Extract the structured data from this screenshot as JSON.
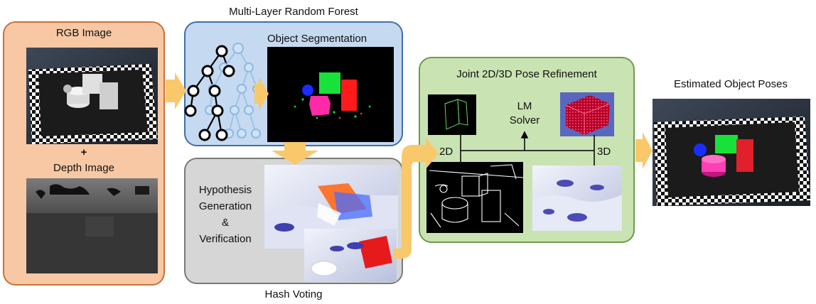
{
  "figure": {
    "rgb_label": "RGB Image",
    "plus": "+",
    "depth_label": "Depth Image",
    "forest_title": "Multi-Layer Random Forest",
    "segmentation_label": "Object Segmentation",
    "hypothesis_label": "Hypothesis Generation & Verification",
    "hypothesis_lines": [
      "Hypothesis",
      "Generation",
      "&",
      "Verification"
    ],
    "hash_label": "Hash Voting",
    "refine_title": "Joint 2D/3D Pose Refinement",
    "solver_lines": [
      "LM",
      "Solver"
    ],
    "label_2d": "2D",
    "label_3d": "3D",
    "output_label": "Estimated Object Poses"
  },
  "colors": {
    "input_panel_fill": "#f8c8a4",
    "input_panel_border": "#c9713a",
    "forest_panel_fill": "#c5d9f0",
    "forest_panel_border": "#3f6fa8",
    "hash_panel_fill": "#d6d6d6",
    "hash_panel_border": "#7a7a7a",
    "refine_panel_fill": "#c9e3b2",
    "refine_panel_border": "#6f9a4a",
    "arrow": "#f9c86b"
  }
}
